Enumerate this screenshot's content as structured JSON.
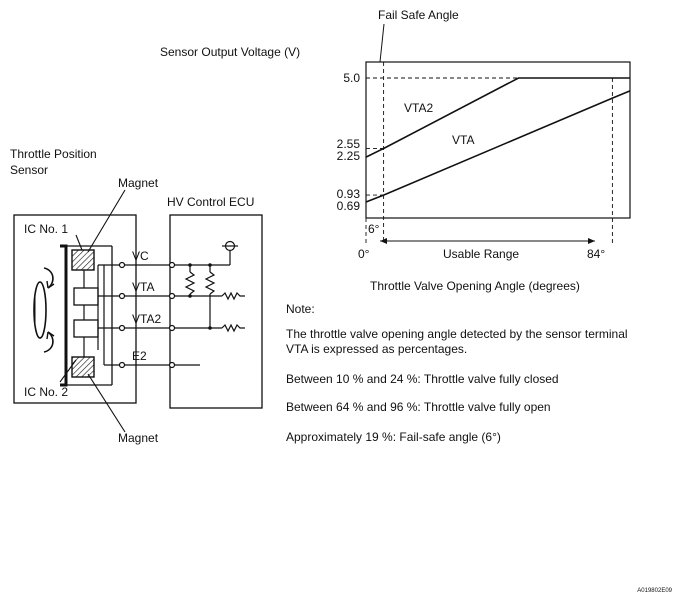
{
  "sensor": {
    "title_line1": "Throttle Position",
    "title_line2": "Sensor",
    "ic1": "IC No. 1",
    "ic2": "IC No. 2",
    "magnet_top": "Magnet",
    "magnet_bottom": "Magnet"
  },
  "ecu": {
    "label": "HV Control ECU",
    "terminals": [
      "VC",
      "VTA",
      "VTA2",
      "E2"
    ]
  },
  "graph": {
    "fail_safe_label": "Fail Safe Angle",
    "y_axis_label": "Sensor Output Voltage (V)",
    "x_axis_label": "Throttle Valve Opening Angle (degrees)",
    "usable_range_label": "Usable Range",
    "fail_safe_tick": "6°",
    "x_ticks": [
      "0°",
      "84°"
    ],
    "y_ticks": [
      "5.0",
      "2.55",
      "2.25",
      "0.93",
      "0.69"
    ]
  },
  "chart_data": {
    "type": "line",
    "xlabel": "Throttle Valve Opening Angle (degrees)",
    "ylabel": "Sensor Output Voltage (V)",
    "series": [
      {
        "name": "VTA2",
        "x": [
          0,
          6,
          52,
          90
        ],
        "y": [
          2.25,
          2.55,
          5.0,
          5.0
        ]
      },
      {
        "name": "VTA",
        "x": [
          0,
          6,
          84,
          90
        ],
        "y": [
          0.69,
          0.93,
          4.3,
          4.55
        ]
      }
    ]
  },
  "notes": {
    "heading": "Note:",
    "line1": "The throttle valve opening angle detected by the sensor terminal",
    "line2": "VTA is expressed as percentages.",
    "closed": "Between 10 % and 24 %: Throttle valve fully closed",
    "open": "Between 64 % and 96 %: Throttle valve fully open",
    "failsafe": "Approximately 19 %: Fail-safe angle (6°)"
  },
  "figure_code": "A019802E09"
}
